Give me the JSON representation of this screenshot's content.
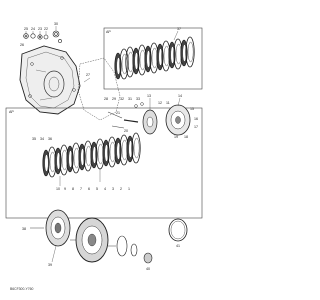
{
  "diagram": {
    "code": "B6CF300-Y760",
    "panel_labels": {
      "top_right": "AP",
      "left": "AP"
    },
    "callouts": {
      "c25": "25",
      "c24": "24",
      "c23": "23",
      "c22": "22",
      "c30": "30",
      "c26": "26",
      "c27": "27",
      "c37": "37",
      "c28": "28",
      "c29": "29",
      "c32": "32",
      "c31": "31",
      "c33": "33",
      "c13": "13",
      "c21": "21",
      "c20": "20",
      "c12": "12",
      "c11": "11",
      "c14": "14",
      "c15": "15",
      "c16": "16",
      "c17": "17",
      "c18": "18",
      "c19": "19",
      "c35": "35",
      "c34": "34",
      "c36": "36",
      "c10": "10",
      "c9": "9",
      "c8": "8",
      "c7": "7",
      "c6": "6",
      "c5": "5",
      "c4": "4",
      "c3": "3",
      "c2": "2",
      "c1": "1",
      "c38": "38",
      "c39": "39",
      "c40": "40",
      "c41": "41"
    }
  }
}
